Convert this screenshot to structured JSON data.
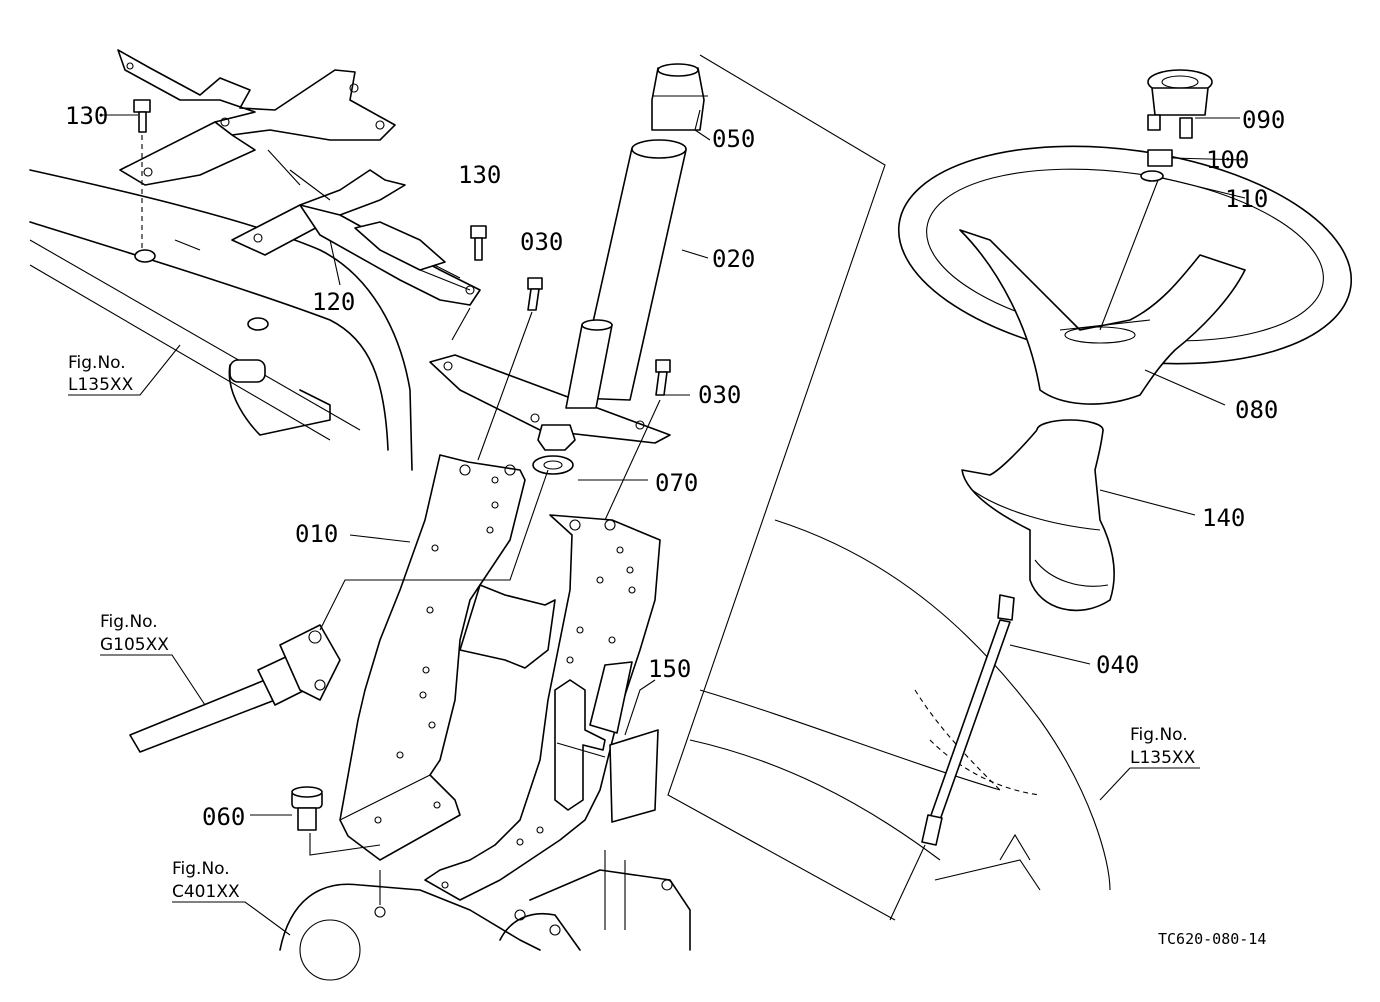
{
  "diagram_code": "TC620-080-14",
  "part_labels": {
    "p010": "010",
    "p020": "020",
    "p030a": "030",
    "p030b": "030",
    "p040": "040",
    "p050": "050",
    "p060": "060",
    "p070": "070",
    "p080": "080",
    "p090": "090",
    "p100": "100",
    "p110": "110",
    "p120": "120",
    "p130a": "130",
    "p130b": "130",
    "p140": "140",
    "p150": "150"
  },
  "figure_refs": {
    "left_upper": {
      "title": "Fig.No.",
      "code": "L135XX"
    },
    "left_mid": {
      "title": "Fig.No.",
      "code": "G105XX"
    },
    "left_bottom": {
      "title": "Fig.No.",
      "code": "C401XX"
    },
    "right": {
      "title": "Fig.No.",
      "code": "L135XX"
    }
  }
}
